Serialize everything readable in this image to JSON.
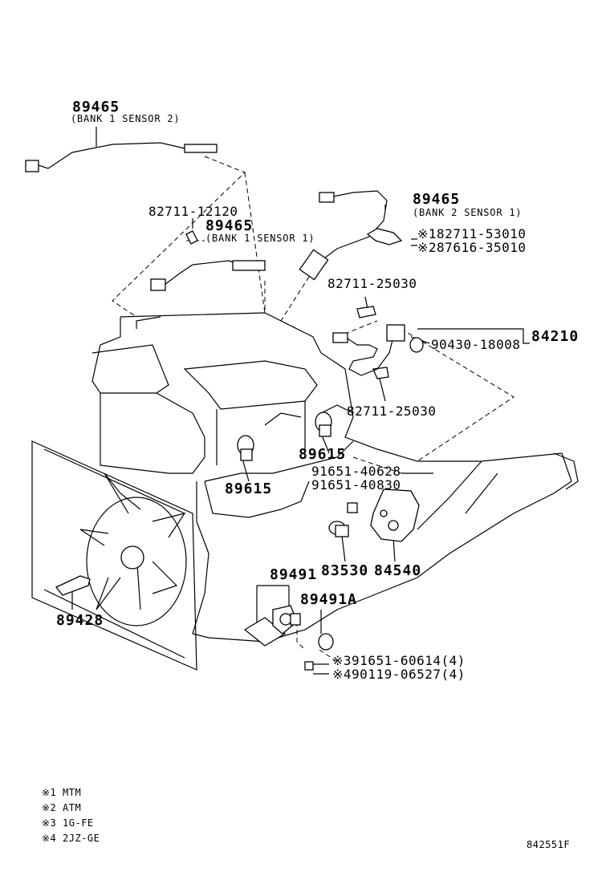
{
  "callouts": {
    "o2_bank1_sensor2_part": "89465",
    "o2_bank1_sensor2_desc": "(BANK 1 SENSOR 2)",
    "gasket_12120": "82711-12120",
    "o2_bank1_sensor1_part": "89465",
    "o2_bank1_sensor1_desc": "(BANK 1 SENSOR 1)",
    "o2_bank2_sensor1_part": "89465",
    "o2_bank2_sensor1_desc": "(BANK 2 SENSOR 1)",
    "mark1_part": "82711-53010",
    "mark2_part": "87616-35010",
    "mark1_symbol": "※1",
    "mark2_symbol": "※2",
    "clamp_upper": "82711-25030",
    "oring_part": "90430-18008",
    "sensor_84210": "84210",
    "clamp_lower": "82711-25030",
    "knock_right": "89615",
    "knock_left": "89615",
    "bolt_40628": "91651-40628",
    "bolt_40830": "91651-40830",
    "switch_83530": "83530",
    "sensor_84540": "84540",
    "sensor_89491": "89491",
    "sensor_89491A": "89491A",
    "mark3_symbol": "※3",
    "mark3_part": "91651-60614(4)",
    "mark4_symbol": "※4",
    "mark4_part": "90119-06527(4)",
    "temp_sensor": "89428"
  },
  "legend": [
    {
      "mark": "※1",
      "text": "MTM"
    },
    {
      "mark": "※2",
      "text": "ATM"
    },
    {
      "mark": "※3",
      "text": "1G-FE"
    },
    {
      "mark": "※4",
      "text": "2JZ-GE"
    }
  ],
  "diagram_id": "842551F"
}
